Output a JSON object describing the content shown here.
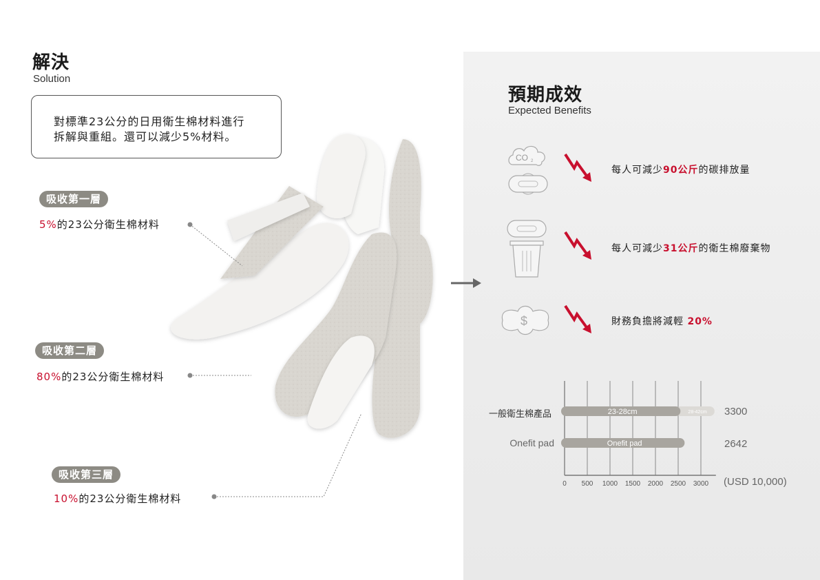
{
  "solution": {
    "title_zh": "解決",
    "title_en": "Solution",
    "desc_line1": "對標準23公分的日用衛生棉材料進行",
    "desc_line2": "拆解與重組。還可以減少5%材料。"
  },
  "layers": [
    {
      "label": "吸收第一層",
      "pct": "5%",
      "text": "的23公分衛生棉材料"
    },
    {
      "label": "吸收第二層",
      "pct": "80%",
      "text": "的23公分衛生棉材料"
    },
    {
      "label": "吸收第三層",
      "pct": "10%",
      "text": "的23公分衛生棉材料"
    }
  ],
  "benefits": {
    "title_zh": "預期成效",
    "title_en": "Expected Benefits",
    "items": [
      {
        "pre": "每人可減少",
        "hl": "90公斤",
        "post": "的碳排放量",
        "icon": "co2-pad-icon"
      },
      {
        "pre": "每人可減少",
        "hl": "31公斤",
        "post": "的衛生棉廢棄物",
        "icon": "pad-trash-icon"
      },
      {
        "pre": "財務負擔將減輕 ",
        "hl": "20%",
        "post": "",
        "icon": "money-pad-icon"
      }
    ],
    "co2_label": "CO",
    "co2_sub": "2",
    "dollar": "$"
  },
  "chart_data": {
    "type": "bar",
    "orientation": "horizontal",
    "categories": [
      "一般衛生棉產品",
      "Onefit pad"
    ],
    "values": [
      3300,
      2642
    ],
    "bar_labels": [
      "23-28cm",
      "Onefit pad"
    ],
    "extension_label": "28-42cm",
    "extension_range": [
      2550,
      3300
    ],
    "ticks": [
      0,
      500,
      1000,
      1500,
      2000,
      2500,
      3000
    ],
    "xlim": [
      0,
      3300
    ],
    "unit": "(USD 10,000)",
    "colors": {
      "bar": "#a8a59f",
      "extension": "#dcdad6",
      "axis": "#777777"
    }
  },
  "colors": {
    "accent_red": "#c8102e",
    "pill": "#8d8b84"
  }
}
